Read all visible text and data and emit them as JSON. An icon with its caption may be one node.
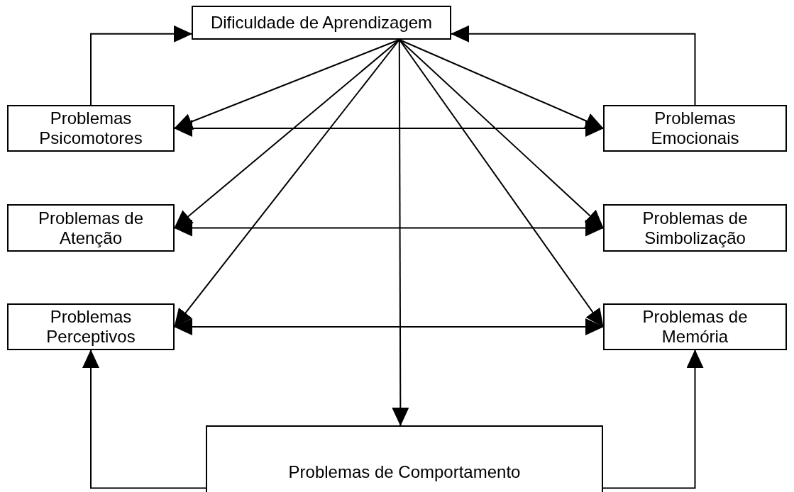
{
  "diagram": {
    "nodes": [
      {
        "text": [
          "Dificuldade de Aprendizagem"
        ]
      },
      {
        "text": [
          "Problemas Psicomotores"
        ]
      },
      {
        "text": [
          "Problemas Emocionais"
        ]
      },
      {
        "text": [
          "Problemas de Atenção"
        ]
      },
      {
        "text": [
          "Problemas de Simbolização"
        ]
      },
      {
        "text": [
          "Problemas Perceptivos"
        ]
      },
      {
        "text": [
          "Problemas de Memória"
        ]
      },
      {
        "text": [
          "Problemas de Comportamento"
        ]
      }
    ],
    "edges": [
      {
        "from": 0,
        "to": 1,
        "arrow": "to"
      },
      {
        "from": 0,
        "to": 2,
        "arrow": "to"
      },
      {
        "from": 0,
        "to": 3,
        "arrow": "to"
      },
      {
        "from": 0,
        "to": 4,
        "arrow": "to"
      },
      {
        "from": 0,
        "to": 5,
        "arrow": "to"
      },
      {
        "from": 0,
        "to": 6,
        "arrow": "to"
      },
      {
        "from": 0,
        "to": 7,
        "arrow": "to"
      },
      {
        "from": 1,
        "to": 2,
        "arrow": "both"
      },
      {
        "from": 3,
        "to": 4,
        "arrow": "both"
      },
      {
        "from": 5,
        "to": 6,
        "arrow": "both"
      },
      {
        "from": 1,
        "to": 0,
        "arrow": "to"
      },
      {
        "from": 2,
        "to": 0,
        "arrow": "to"
      },
      {
        "from": 7,
        "to": 5,
        "arrow": "to"
      },
      {
        "from": 7,
        "to": 6,
        "arrow": "to"
      }
    ]
  }
}
